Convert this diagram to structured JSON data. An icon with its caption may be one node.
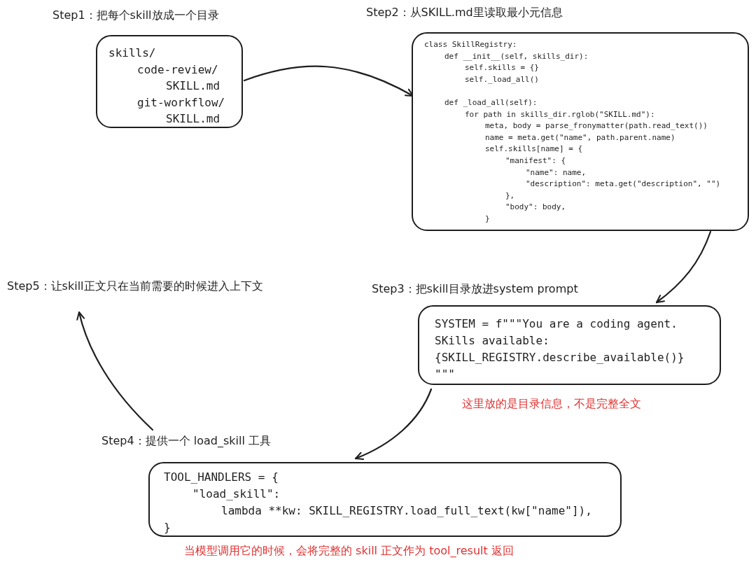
{
  "diagram": {
    "nodes": [
      {
        "text": [
          "Step1：把每个skill放成一个目录",
          "skills/",
          "code-review/",
          "SKILL.md",
          "git-workflow/",
          "SKILL.md"
        ]
      },
      {
        "text": [
          "Step2：从SKILL.md里读取最小元信息",
          "class SkillRegistry:",
          "def __init__(self, skills_dir):",
          "self.skills = {}",
          "self._load_all()",
          "def _load_all(self):",
          "for path in skills_dir.rglob(\"SKILL.md\"):",
          "meta, body = parse_fronymatter(path.read_text())",
          "name = meta.get(\"name\", path.parent.name)",
          "self.skills[name] = {",
          "\"manifest\": {",
          "\"name\": name,",
          "\"description\": meta.get(\"description\", \"\")",
          "},",
          "\"body\": body,",
          "}"
        ]
      },
      {
        "text": [
          "Step3：把skill目录放进system prompt",
          "SYSTEM = f\"\"\"You are a coding agent.",
          "SKills available:",
          "{SKILL_REGISTRY.describe_available()}",
          "\"\"\""
        ],
        "beside": [
          "这里放的是目录信息，不是完整全文"
        ]
      },
      {
        "text": [
          "Step4：提供一个 load_skill 工具",
          "TOOL_HANDLERS = {",
          "\"load_skill\":",
          "lambda **kw: SKILL_REGISTRY.load_full_text(kw[\"name\"]),",
          "}"
        ],
        "beside": [
          "当模型调用它的时候，会将完整的 skill 正文作为 tool_result 返回"
        ]
      },
      {
        "text": [
          "Step5：让skill正文只在当前需要的时候进入上下文"
        ]
      }
    ],
    "edges": [
      {
        "from": 0,
        "to": 1,
        "arrow": "to"
      },
      {
        "from": 1,
        "to": 2,
        "arrow": "to"
      },
      {
        "from": 2,
        "to": 3,
        "arrow": "to"
      },
      {
        "from": 3,
        "to": 4,
        "arrow": "to"
      }
    ]
  }
}
